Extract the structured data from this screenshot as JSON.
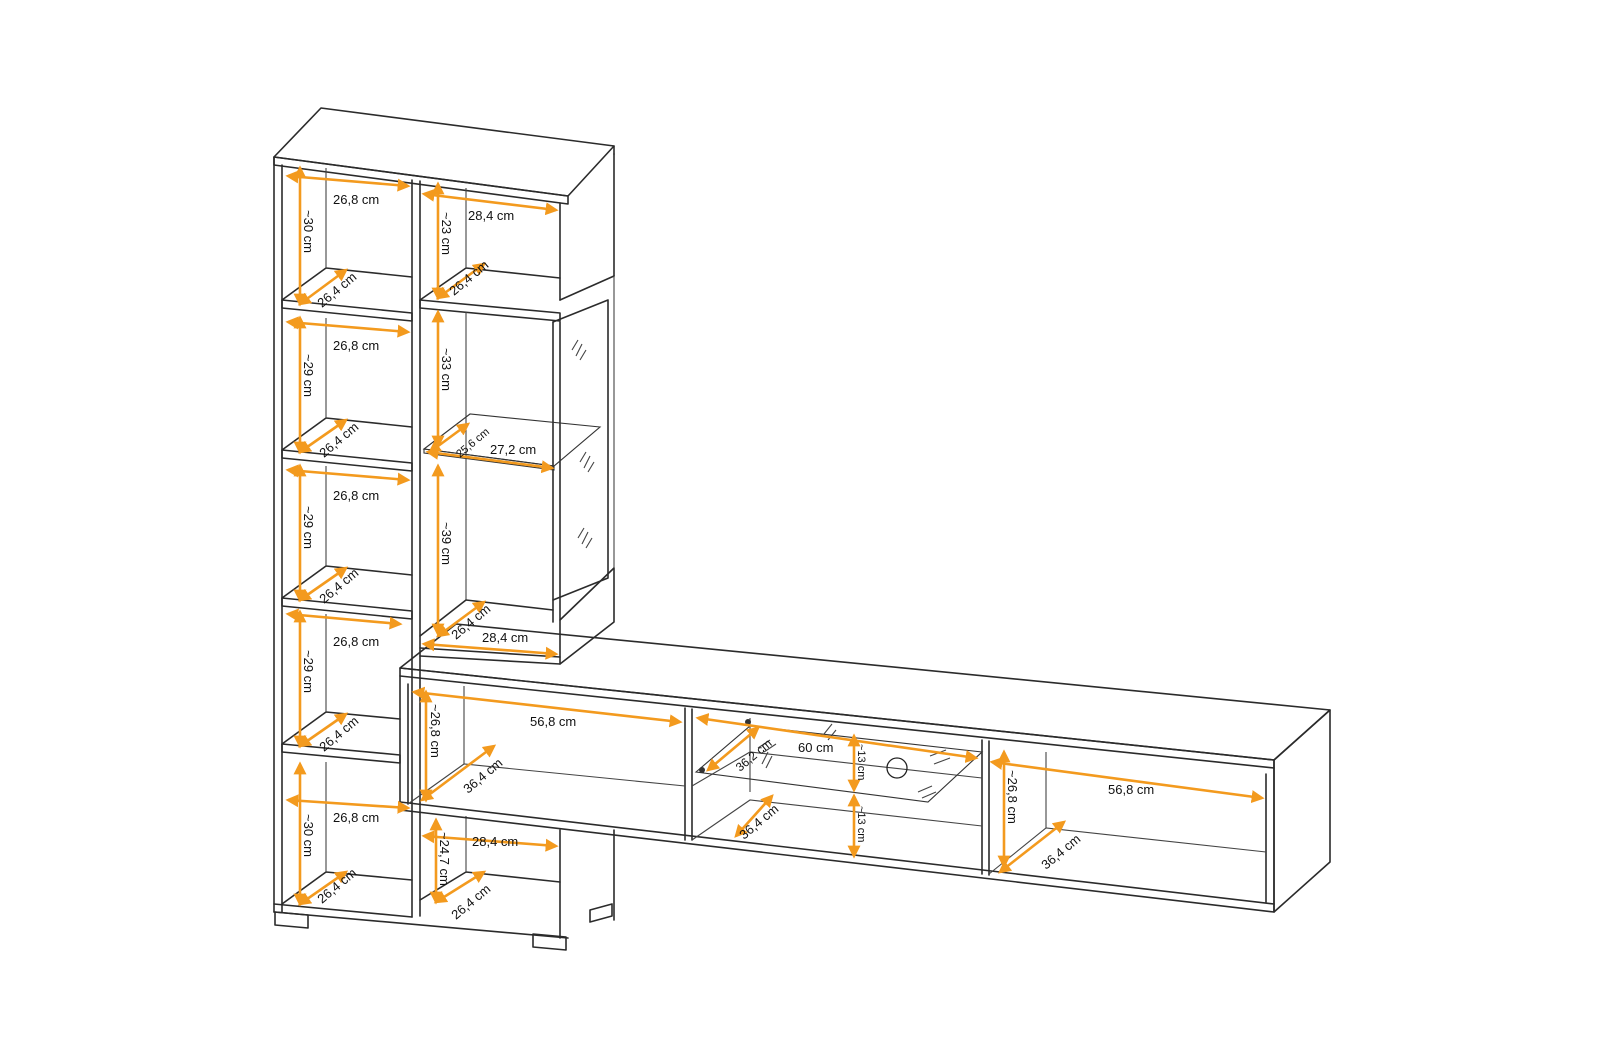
{
  "colors": {
    "dimension_arrow": "#f39a1e",
    "outline": "#2b2b2b",
    "background": "#ffffff"
  },
  "dimensions": {
    "tall_left": {
      "w1": "26,8 cm",
      "h1": "~30 cm",
      "d1": "26,4 cm",
      "w2": "26,8 cm",
      "h2": "~29 cm",
      "d2": "26,4 cm",
      "w3": "26,8 cm",
      "h3": "~29 cm",
      "d3": "26,4 cm",
      "w4": "26,8 cm",
      "h4": "~29 cm",
      "d4": "26,4 cm",
      "w5": "26,8 cm",
      "h5": "~30 cm",
      "d5": "26,4 cm"
    },
    "tall_right": {
      "top_w": "28,4 cm",
      "top_h": "~23 cm",
      "top_d": "26,4 cm",
      "vitrine_upper_h": "~33 cm",
      "glass_shelf_d": "25,6 cm",
      "glass_shelf_w": "27,2 cm",
      "vitrine_lower_h": "~39 cm",
      "vitrine_bottom_d": "26,4 cm",
      "vitrine_bottom_w": "28,4 cm",
      "low_w": "28,4 cm",
      "low_h": "~24,7 cm",
      "low_d": "26,4 cm"
    },
    "tv_unit": {
      "left_w": "56,8 cm",
      "left_h": "~26,8 cm",
      "left_d": "36,4 cm",
      "mid_w": "60 cm",
      "mid_glass_d": "36,2 cm",
      "mid_upper_h": "~13 cm",
      "mid_lower_h": "~13 cm",
      "mid_d": "36,4 cm",
      "right_w": "56,8 cm",
      "right_h": "~26,8 cm",
      "right_d": "36,4 cm"
    }
  }
}
